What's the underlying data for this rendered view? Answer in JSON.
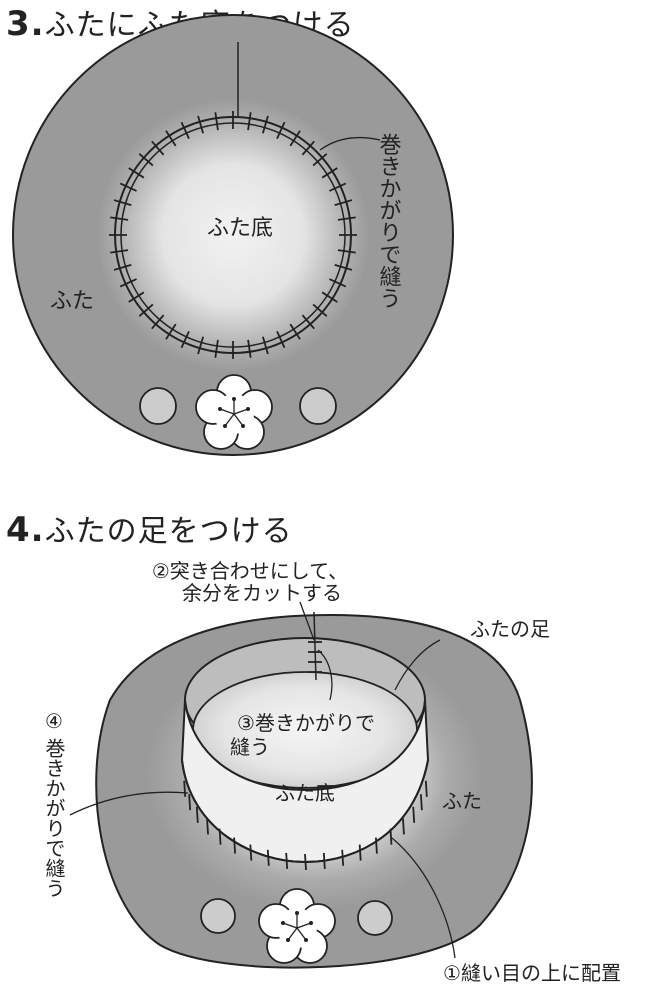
{
  "step3": {
    "number": "3.",
    "title": "ふたにふた底をつける",
    "labels": {
      "lid_bottom": "ふた底",
      "lid": "ふた",
      "whip_stitch": "巻きかがりで縫う"
    }
  },
  "step4": {
    "number": "4.",
    "title": "ふたの足をつける",
    "labels": {
      "butt_join": "②突き合わせにして、",
      "butt_join_2": "余分をカットする",
      "lid_foot": "ふたの足",
      "whip_stitch_3": "③巻きかがりで",
      "whip_stitch_3b": "縫う",
      "lid_bottom": "ふた底",
      "lid": "ふた",
      "whip_stitch_4_num": "④",
      "whip_stitch_4": "巻きかがりで縫う",
      "place_on_seam": "①縫い目の上に配置"
    }
  },
  "colors": {
    "fabric_gray": "#999999",
    "fabric_light": "#e6e6e6",
    "outline": "#222222",
    "button_fill": "#cccccc",
    "flower_fill": "#ffffff"
  }
}
